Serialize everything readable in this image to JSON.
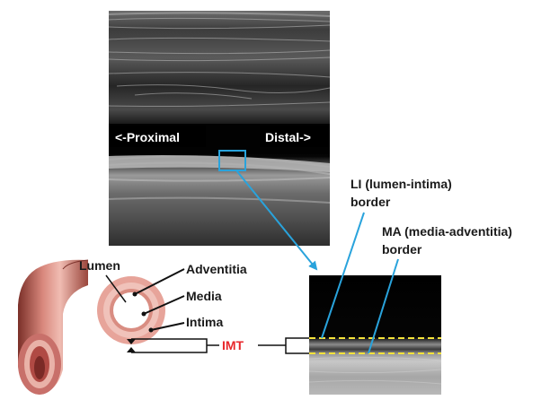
{
  "ultrasound": {
    "proximal_label": "<-Proximal",
    "distal_label": "Distal->"
  },
  "diagram": {
    "lumen": "Lumen",
    "adventitia": "Adventitia",
    "media": "Media",
    "intima": "Intima",
    "imt": "IMT",
    "li_line1": "LI (lumen-intima)",
    "li_line2": "border",
    "ma_line1": "MA (media-adventitia)",
    "ma_line2": "border"
  },
  "colors": {
    "pointer_blue": "#29a3dc",
    "imt_red": "#e8262a",
    "border_yellow": "#f5e23a",
    "vessel_pink": "#e7a49a",
    "vessel_dark": "#8e3f35"
  }
}
